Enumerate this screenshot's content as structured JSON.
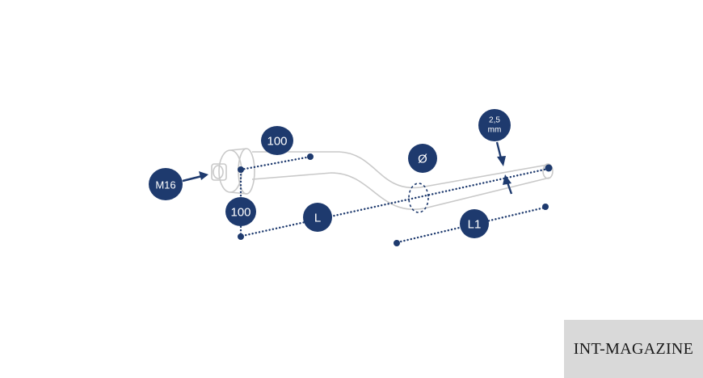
{
  "labels": {
    "m16": "M16",
    "top_100": "100",
    "side_100": "100",
    "diameter": "Ø",
    "length": "L",
    "length1": "L1",
    "thickness_value": "2,5",
    "thickness_unit": "mm"
  },
  "watermark": "INT-MAGAZINE",
  "colors": {
    "accent": "#1e3a6e",
    "pipe": "#c9c9c9",
    "watermark_bg": "#d9d9d9"
  }
}
